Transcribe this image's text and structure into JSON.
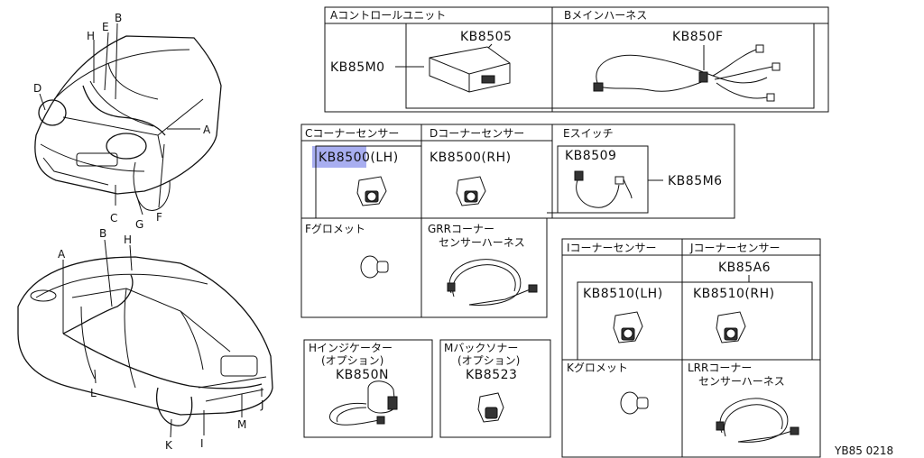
{
  "car_front_callouts": [
    "H",
    "E",
    "B",
    "D",
    "A",
    "C",
    "G",
    "F"
  ],
  "car_rear_callouts": [
    "A",
    "B",
    "H",
    "L",
    "K",
    "I",
    "M",
    "J"
  ],
  "panel_top": {
    "A": {
      "title": "Aコントロールユニット",
      "assembly": "KB85M0",
      "part": "KB8505"
    },
    "B": {
      "title": "Bメインハーネス",
      "part": "KB850F"
    }
  },
  "panel_mid": {
    "C": {
      "title": "Cコーナーセンサー",
      "part": "KB8500(LH)"
    },
    "D": {
      "title": "Dコーナーセンサー",
      "part": "KB8500(RH)"
    },
    "E": {
      "title": "Eスイッチ",
      "part": "KB8509",
      "assembly": "KB85M6"
    },
    "F": {
      "title": "Fグロメット"
    },
    "G": {
      "title_l1": "GRRコーナー",
      "title_l2": "センサーハーネス"
    }
  },
  "panel_h": {
    "title_l1": "Hインジケーター",
    "title_l2": "(オプション)",
    "part": "KB850N"
  },
  "panel_m": {
    "title_l1": "Mバックソナー",
    "title_l2": "(オプション)",
    "part": "KB8523"
  },
  "panel_right": {
    "I": {
      "title": "Iコーナーセンサー",
      "part": "KB8510(LH)"
    },
    "J": {
      "title": "Jコーナーセンサー",
      "part": "KB8510(RH)"
    },
    "assembly": "KB85A6",
    "K": {
      "title": "Kグロメット"
    },
    "L": {
      "title_l1": "LRRコーナー",
      "title_l2": "センサーハーネス"
    }
  },
  "figure_code": "YB85 0218",
  "colors": {
    "line": "#111111",
    "highlight": "#a8aef0"
  }
}
